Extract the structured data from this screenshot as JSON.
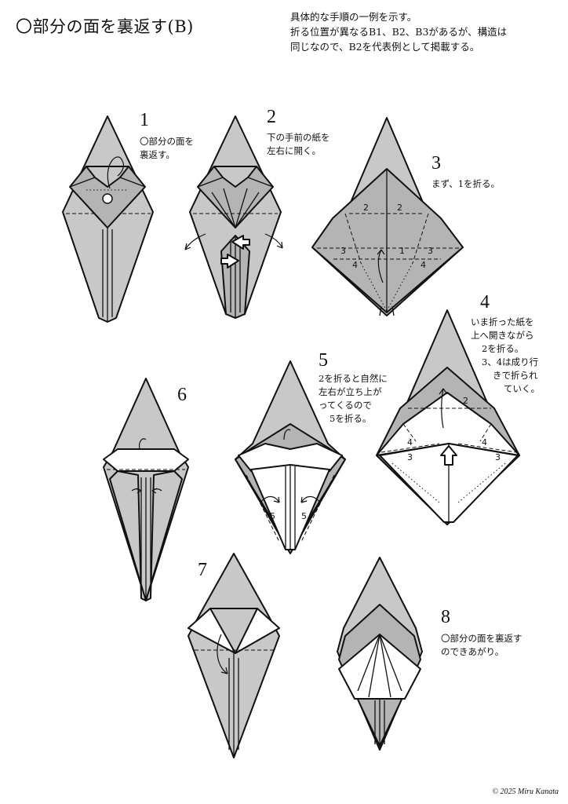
{
  "title": "〇部分の面を裏返す(B)",
  "note": {
    "lines": [
      "具体的な手順の一例を示す。",
      "折る位置が異なるB1、B2、B3があるが、構造は",
      "同じなので、B2を代表例として掲載する。"
    ]
  },
  "steps": [
    {
      "num": "1",
      "caption": [
        "〇部分の面を",
        "裏返す。"
      ]
    },
    {
      "num": "2",
      "caption": [
        "下の手前の紙を",
        "左右に開く。"
      ]
    },
    {
      "num": "3",
      "caption": [
        "まず、1を折る。"
      ]
    },
    {
      "num": "4",
      "caption": [
        "いま折った紙を",
        "上へ開きながら",
        "2を折る。",
        "3、4は成り行",
        "きで折られ",
        "ていく。"
      ]
    },
    {
      "num": "5",
      "caption": [
        "2を折ると自然に",
        "左右が立ち上が",
        "ってくるので",
        "5を折る。"
      ]
    },
    {
      "num": "6",
      "caption": []
    },
    {
      "num": "7",
      "caption": []
    },
    {
      "num": "8",
      "caption": [
        "〇部分の面を裏返す",
        "のできあがり。"
      ]
    }
  ],
  "fold_labels": {
    "step3": [
      "2",
      "2",
      "3",
      "1",
      "3",
      "4",
      "4"
    ],
    "step4": [
      "2",
      "4",
      "4",
      "3",
      "3"
    ],
    "step5": [
      "5",
      "5"
    ]
  },
  "copyright": "© 2025 Miru Kanata"
}
